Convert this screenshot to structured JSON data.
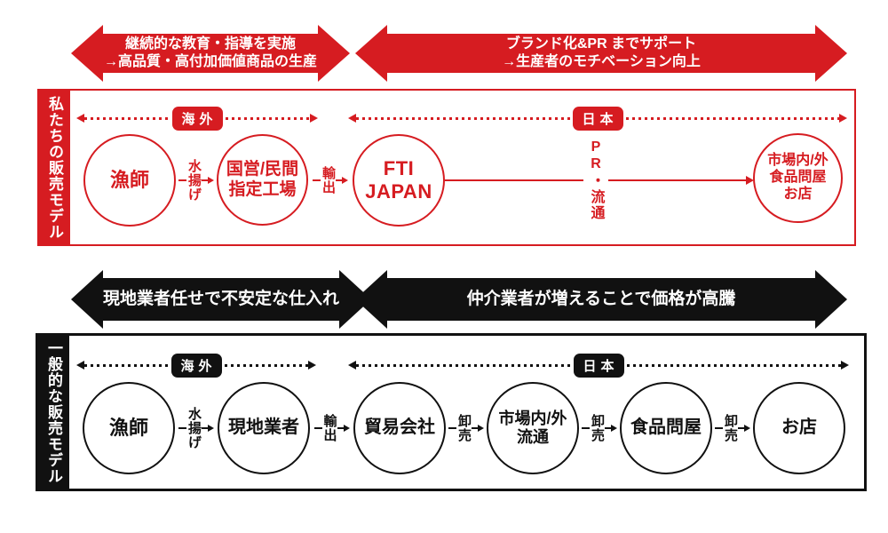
{
  "colors": {
    "red": "#d61c21",
    "black": "#111111"
  },
  "our_model": {
    "sidebar_label": "私たちの販売モデル",
    "banner_left": {
      "line1": "継続的な教育・指導を実施",
      "line2": "→高品質・高付加価値商品の生産"
    },
    "banner_right": {
      "line1": "ブランド化&PR までサポート",
      "line2": "→生産者のモチベーション向上"
    },
    "badge_overseas": "海外",
    "badge_japan": "日本",
    "nodes": [
      {
        "lines": [
          "漁師"
        ]
      },
      {
        "lines": [
          "国営/民間",
          "指定工場"
        ]
      },
      {
        "lines": [
          "FTI",
          "JAPAN"
        ]
      },
      {
        "lines": [
          "市場内/外",
          "食品問屋",
          "お店"
        ]
      }
    ],
    "connectors": [
      {
        "label": "水揚げ"
      },
      {
        "label": "輸出"
      },
      {
        "label": "PR・流通"
      }
    ]
  },
  "general_model": {
    "sidebar_label": "一般的な販売モデル",
    "banner_left": {
      "line1": "現地業者任せで不安定な仕入れ"
    },
    "banner_right": {
      "line1": "仲介業者が増えることで価格が高騰"
    },
    "badge_overseas": "海外",
    "badge_japan": "日本",
    "nodes": [
      {
        "lines": [
          "漁師"
        ]
      },
      {
        "lines": [
          "現地業者"
        ]
      },
      {
        "lines": [
          "貿易会社"
        ]
      },
      {
        "lines": [
          "市場内/外",
          "流通"
        ]
      },
      {
        "lines": [
          "食品問屋"
        ]
      },
      {
        "lines": [
          "お店"
        ]
      }
    ],
    "connectors": [
      {
        "label": "水揚げ"
      },
      {
        "label": "輸出"
      },
      {
        "label": "卸売"
      },
      {
        "label": "卸売"
      },
      {
        "label": "卸売"
      }
    ]
  }
}
